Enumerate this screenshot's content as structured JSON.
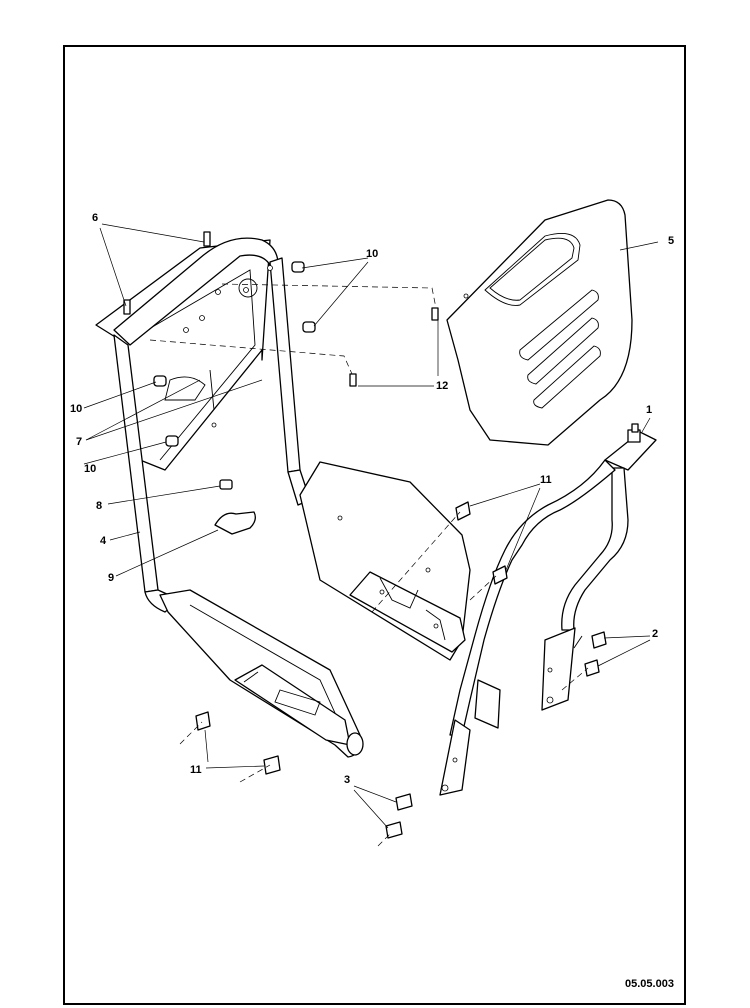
{
  "drawing_number": "05.05.003",
  "callouts": {
    "c1": "1",
    "c2": "2",
    "c3": "3",
    "c4": "4",
    "c5": "5",
    "c6": "6",
    "c7": "7",
    "c8": "8",
    "c9": "9",
    "c10a": "10",
    "c10b": "10",
    "c10c": "10",
    "c11a": "11",
    "c11b": "11",
    "c12": "12"
  }
}
